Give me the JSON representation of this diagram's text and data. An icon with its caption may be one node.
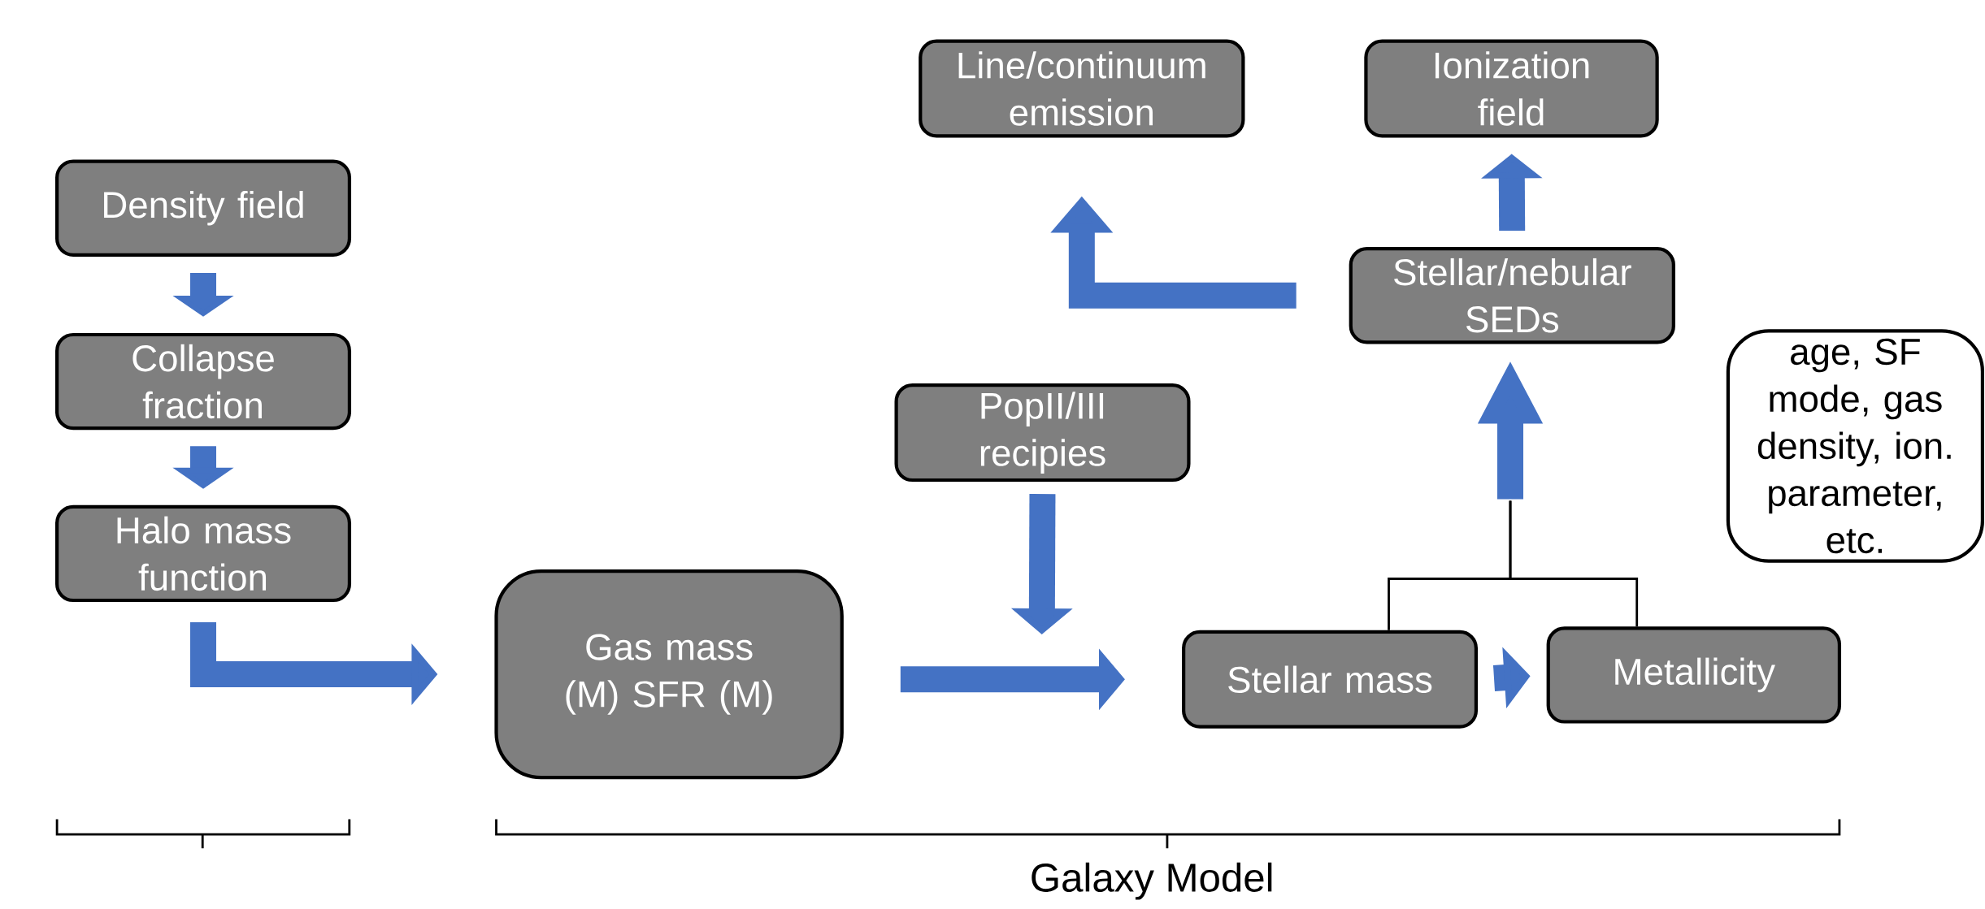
{
  "diagram": {
    "nodes": [
      {
        "text": [
          "Density field"
        ]
      },
      {
        "text": [
          "Collapse fraction"
        ]
      },
      {
        "text": [
          "Halo mass function"
        ]
      },
      {
        "text": [
          "Gas mass (M) SFR (M)"
        ]
      },
      {
        "text": [
          "PopII/III recipies"
        ]
      },
      {
        "text": [
          "Stellar mass"
        ]
      },
      {
        "text": [
          "Metallicity"
        ]
      },
      {
        "text": [
          "Stellar/nebular SEDs"
        ]
      },
      {
        "text": [
          "Line/continuum emission"
        ]
      },
      {
        "text": [
          "Ionization field"
        ]
      },
      {
        "text": [
          "age, SF mode, gas density, ion. parameter, etc."
        ]
      }
    ],
    "edges": [
      {
        "from": 0,
        "to": 1,
        "arrow": "to"
      },
      {
        "from": 1,
        "to": 2,
        "arrow": "to"
      },
      {
        "from": 2,
        "to": 3,
        "arrow": "to"
      },
      {
        "from": 3,
        "to": 5,
        "arrow": "to"
      },
      {
        "from": 4,
        "to": null,
        "arrow": "to"
      },
      {
        "from": 5,
        "to": 6,
        "arrow": "to"
      },
      {
        "from": 5,
        "to": 7,
        "arrow": "to",
        "color": "#000000"
      },
      {
        "from": 6,
        "to": 7,
        "arrow": "to",
        "color": "#000000"
      },
      {
        "from": 7,
        "to": 8,
        "arrow": "to"
      },
      {
        "from": 7,
        "to": 9,
        "arrow": "to"
      }
    ],
    "labels": [
      "Galaxy Model"
    ]
  }
}
